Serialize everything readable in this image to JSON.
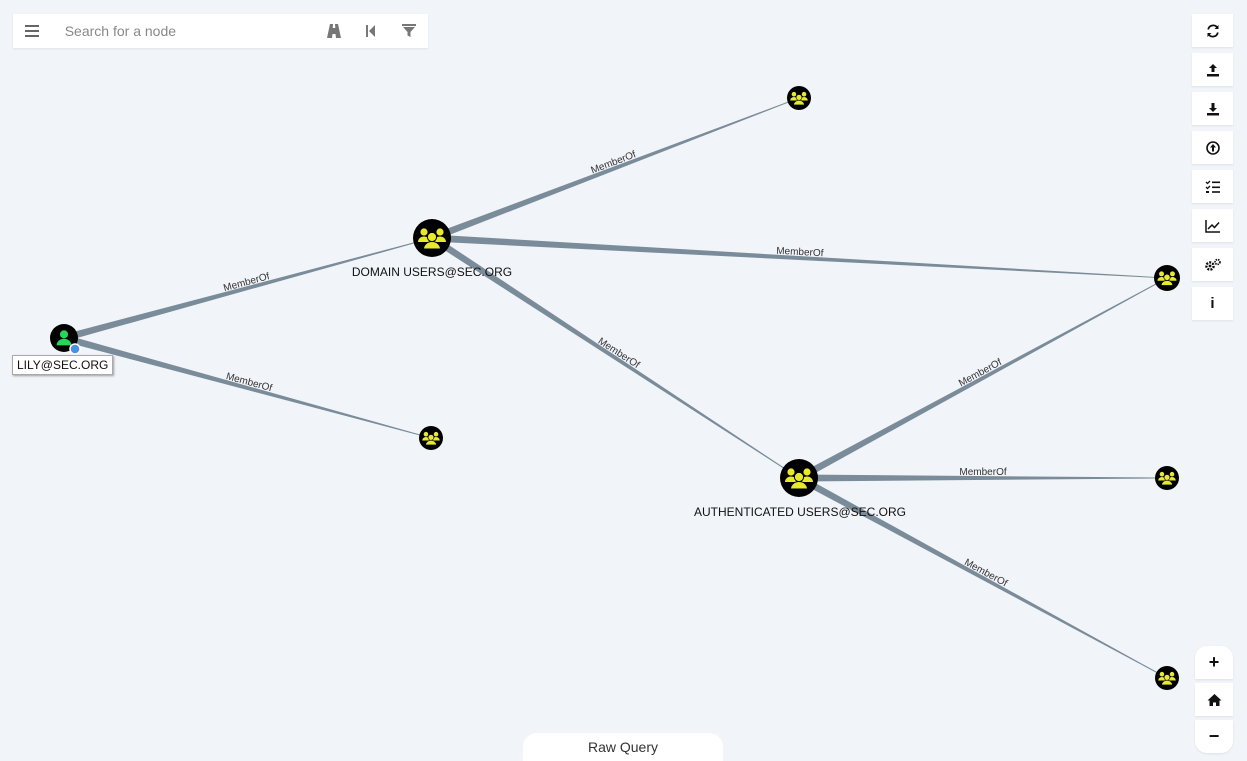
{
  "search": {
    "placeholder": "Search for a node"
  },
  "toolbar": {
    "menu_icon": "hamburger-icon",
    "path_icon": "road-icon",
    "back_icon": "step-backward-icon",
    "filter_icon": "filter-icon"
  },
  "right_toolbar": [
    {
      "name": "refresh-icon"
    },
    {
      "name": "upload-icon"
    },
    {
      "name": "download-icon"
    },
    {
      "name": "import-icon"
    },
    {
      "name": "tasks-icon"
    },
    {
      "name": "chart-icon"
    },
    {
      "name": "settings-icon"
    },
    {
      "name": "info-icon",
      "text": "i"
    }
  ],
  "zoom": {
    "in": "+",
    "out": "−",
    "home_icon": "home-icon"
  },
  "raw_query": "Raw Query",
  "graph": {
    "colors": {
      "edge": "#7a8c99",
      "group_fill": "#e7ea2a",
      "user_fill": "#27d45c",
      "node_bg": "#000000"
    },
    "nodes": {
      "lily": {
        "label": "LILY@SEC.ORG",
        "type": "user"
      },
      "domain_users": {
        "label": "DOMAIN USERS@SEC.ORG",
        "type": "group"
      },
      "auth_users": {
        "label": "AUTHENTICATED USERS@SEC.ORG",
        "type": "group"
      },
      "g_top": {
        "label": "",
        "type": "group"
      },
      "g_right": {
        "label": "",
        "type": "group"
      },
      "g_mid": {
        "label": "",
        "type": "group"
      },
      "g_right2": {
        "label": "",
        "type": "group"
      },
      "g_bottom": {
        "label": "",
        "type": "group"
      }
    },
    "edge_label": "MemberOf",
    "edges": [
      {
        "from": "lily",
        "to": "domain_users",
        "label": "MemberOf"
      },
      {
        "from": "lily",
        "to": "g_mid",
        "label": "MemberOf"
      },
      {
        "from": "domain_users",
        "to": "g_top",
        "label": "MemberOf"
      },
      {
        "from": "domain_users",
        "to": "g_right",
        "label": "MemberOf"
      },
      {
        "from": "domain_users",
        "to": "auth_users",
        "label": "MemberOf"
      },
      {
        "from": "auth_users",
        "to": "g_right",
        "label": "MemberOf"
      },
      {
        "from": "auth_users",
        "to": "g_right2",
        "label": "MemberOf"
      },
      {
        "from": "auth_users",
        "to": "g_bottom",
        "label": "MemberOf"
      }
    ]
  }
}
